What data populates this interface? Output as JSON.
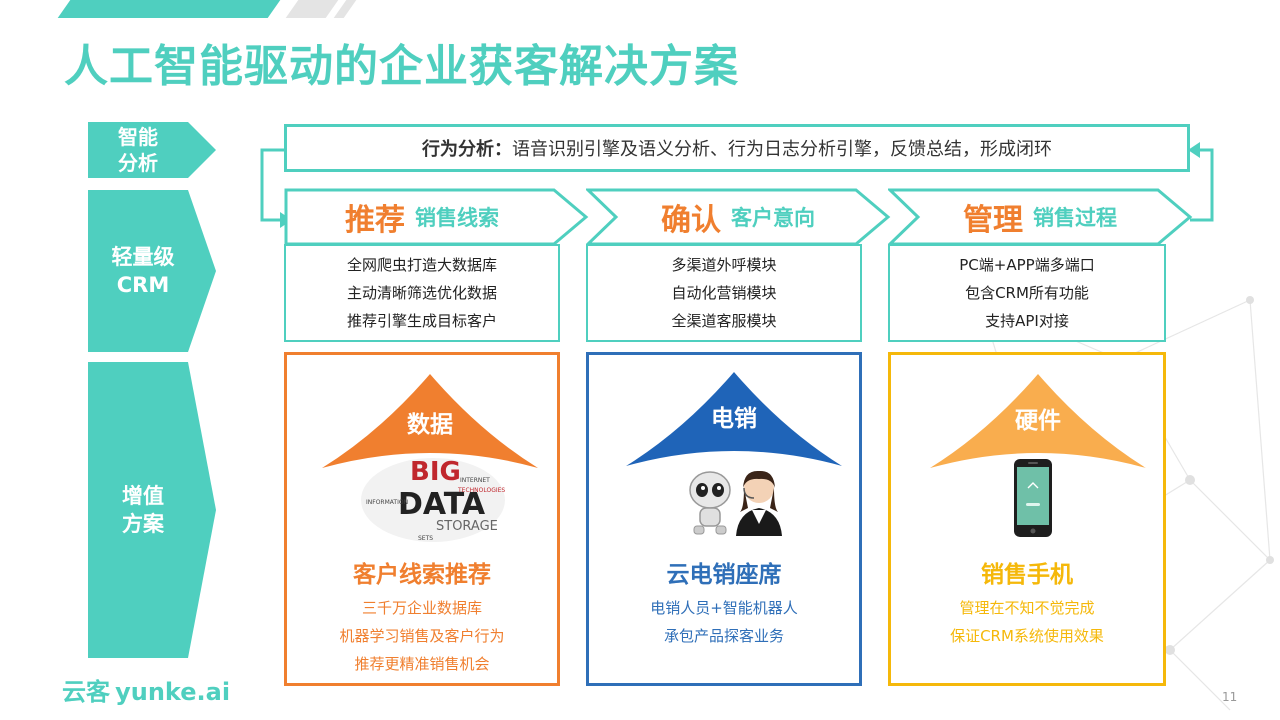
{
  "title": "人工智能驱动的企业获客解决方案",
  "side_labels": [
    "智能\n分析",
    "轻量级\nCRM",
    "增值\n方案"
  ],
  "analysis": {
    "label": "行为分析：",
    "text": "语音识别引擎及语义分析、行为日志分析引擎，反馈总结，形成闭环"
  },
  "stages": [
    {
      "main": "推荐",
      "sub": "销售线索",
      "features": [
        "全网爬虫打造大数据库",
        "主动清晰筛选优化数据",
        "推荐引擎生成目标客户"
      ]
    },
    {
      "main": "确认",
      "sub": "客户意向",
      "features": [
        "多渠道外呼模块",
        "自动化营销模块",
        "全渠道客服模块"
      ]
    },
    {
      "main": "管理",
      "sub": "销售过程",
      "features": [
        "PC端+APP端多端口",
        "包含CRM所有功能",
        "支持API对接"
      ]
    }
  ],
  "cards": [
    {
      "badge": "数据",
      "image_words": [
        "BIG",
        "DATA",
        "STORAGE",
        "TECHNOLOGIES",
        "INFORMATION",
        "INTERNET",
        "SETS"
      ],
      "title": "客户线索推荐",
      "lines": [
        "三千万企业数据库",
        "机器学习销售及客户行为",
        "推荐更精准销售机会"
      ],
      "color": "#f07f2f"
    },
    {
      "badge": "电销",
      "title": "云电销座席",
      "lines": [
        "电销人员+智能机器人",
        "承包产品探客业务"
      ],
      "color": "#2f6fb8"
    },
    {
      "badge": "硬件",
      "title": "销售手机",
      "lines": [
        "管理在不知不觉完成",
        "保证CRM系统使用效果"
      ],
      "color": "#f5b80a"
    }
  ],
  "logo": {
    "cn": "云客",
    "en": "yunke.ai"
  },
  "page_number": "11",
  "colors": {
    "teal": "#4fcfbf",
    "orange": "#f07f2f",
    "blue": "#2f6fb8",
    "yellow": "#f5b80a",
    "badge_yellow": "#f9ad4e"
  }
}
